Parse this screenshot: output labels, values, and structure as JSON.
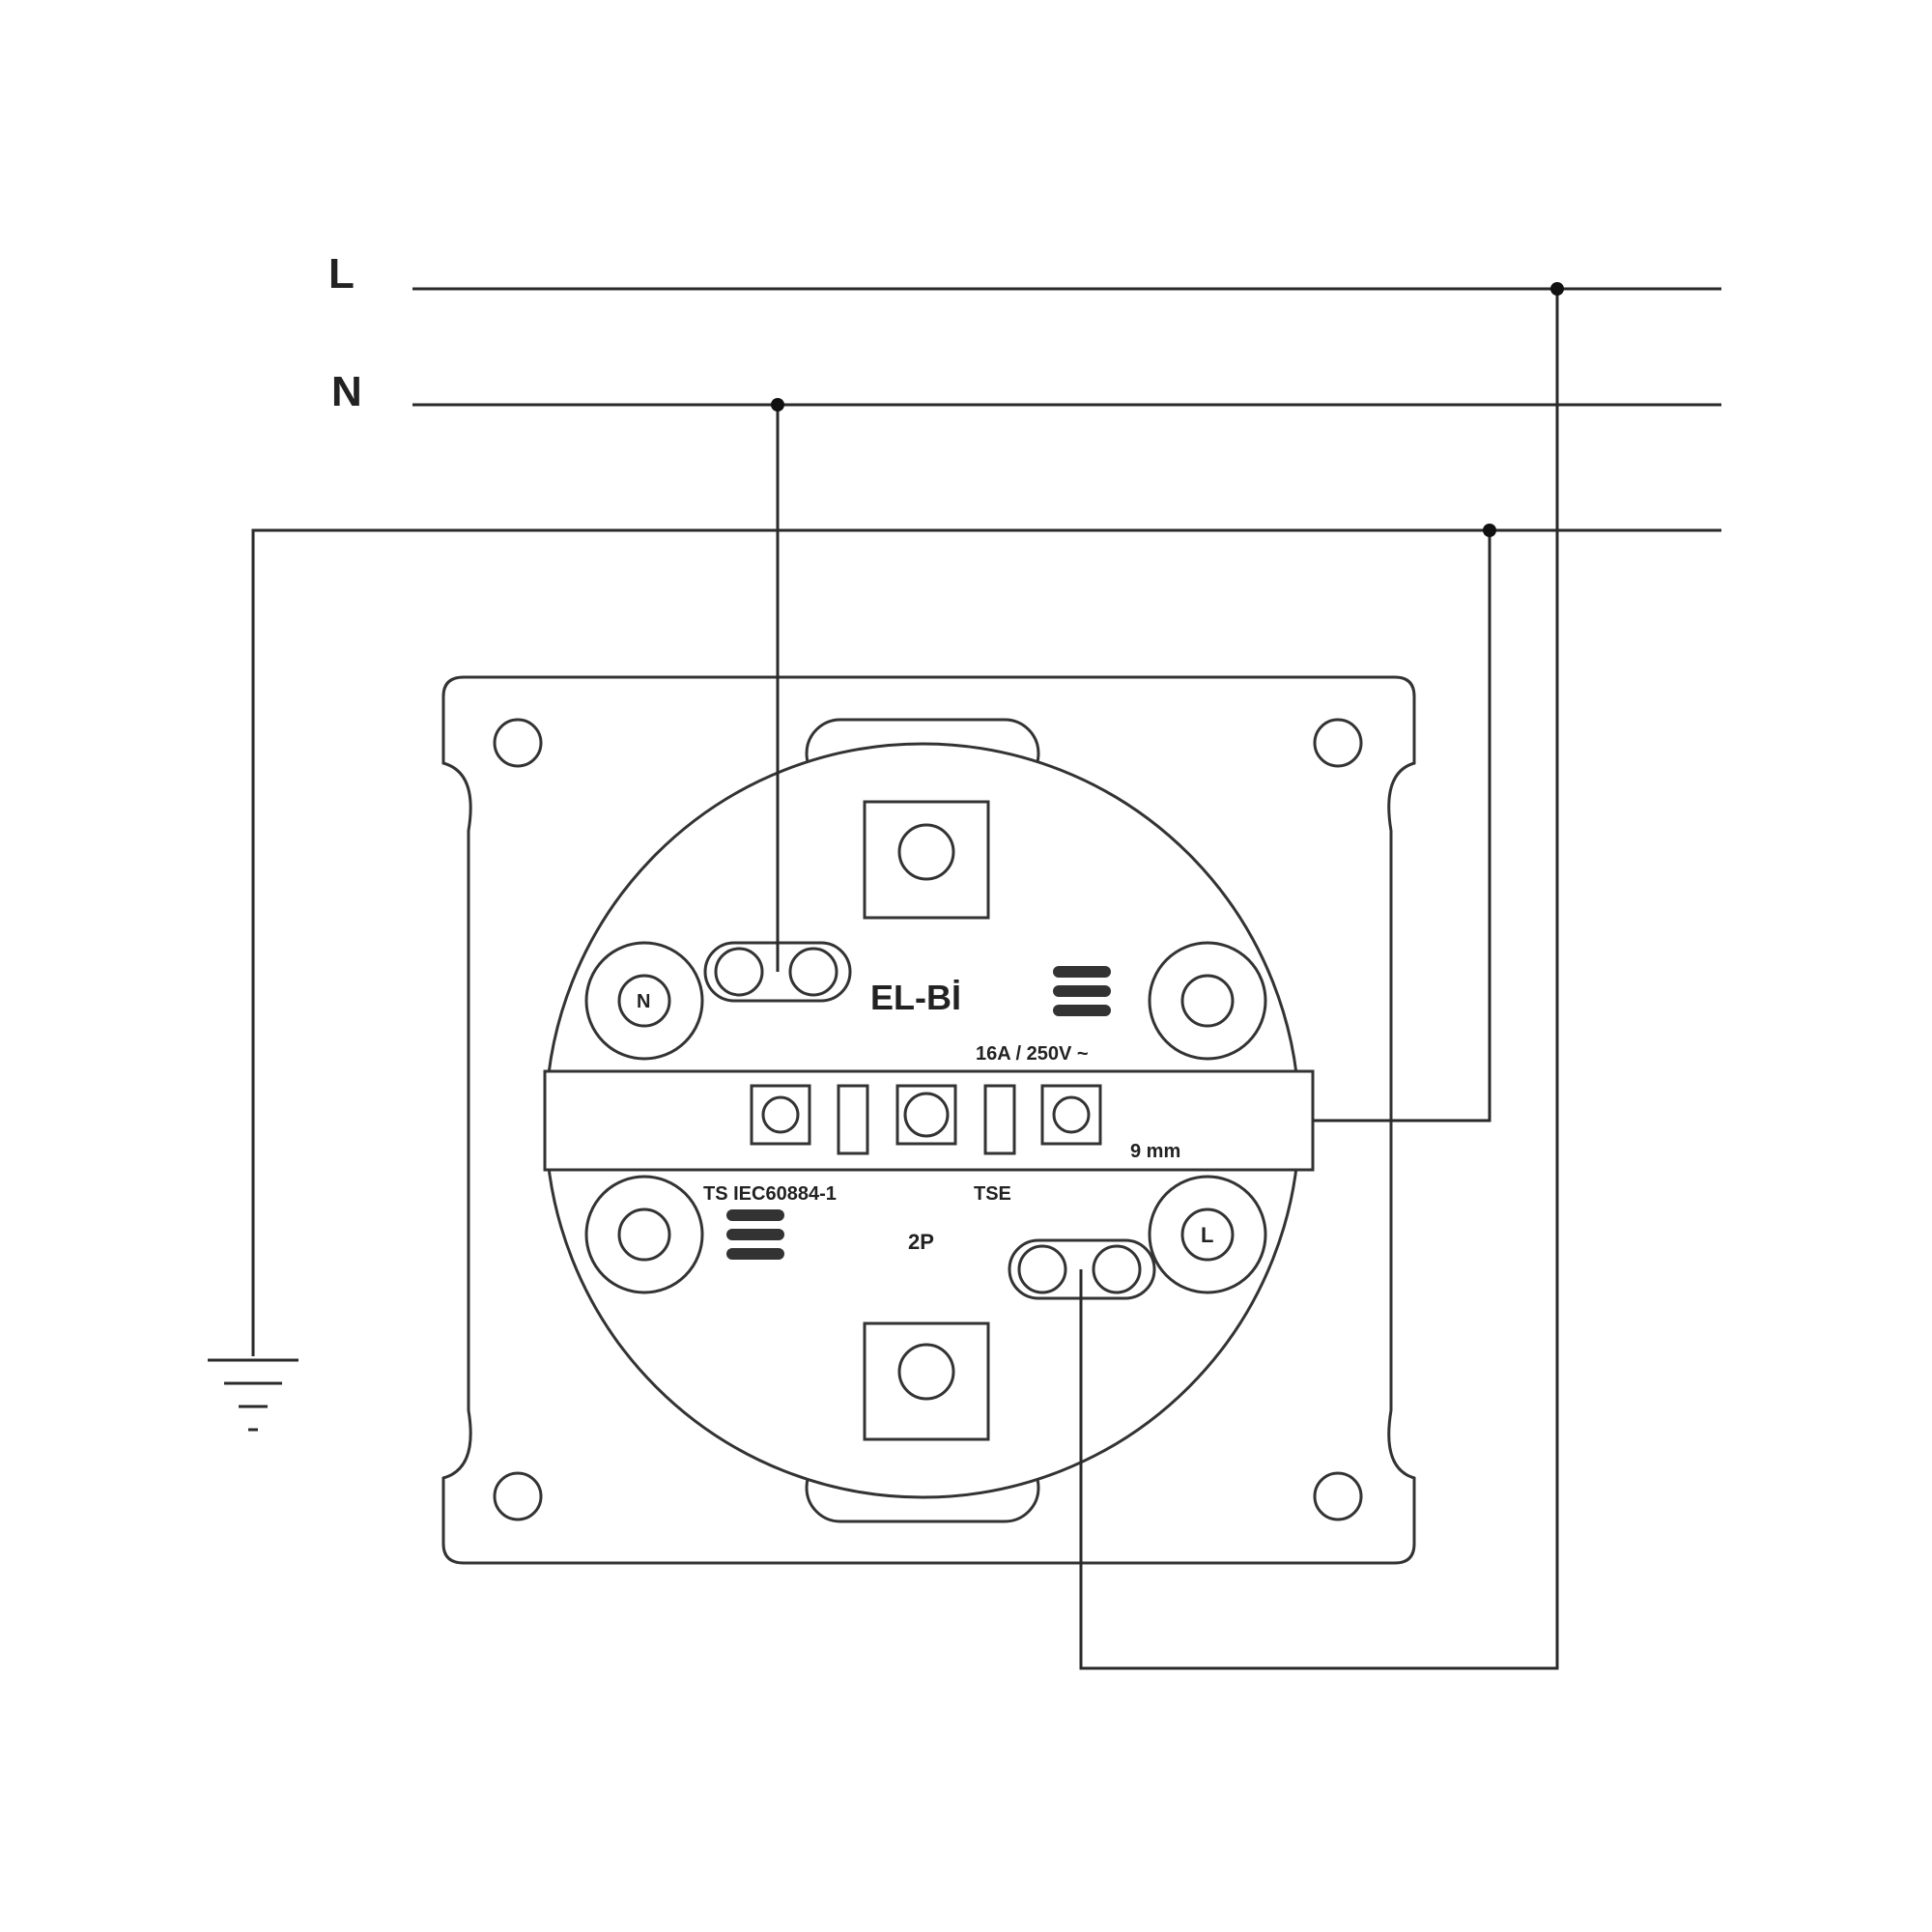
{
  "labels": {
    "line": "L",
    "neutral": "N"
  },
  "device": {
    "brand": "EL-Bİ",
    "rating": "16A / 250V ~",
    "strip_length": "9 mm",
    "standard": "TS IEC60884-1",
    "mark": "TSE",
    "poles": "2P",
    "terminal_n": "N",
    "terminal_l": "L"
  }
}
